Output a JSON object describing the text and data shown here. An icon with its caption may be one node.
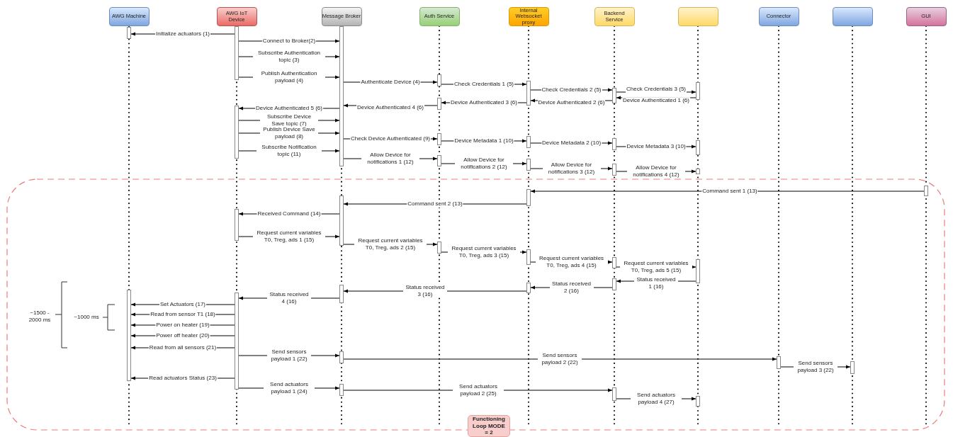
{
  "diagram": {
    "nodes": [
      {
        "text": [
          "AWG Machine"
        ]
      },
      {
        "text": [
          "AWG IoT Device"
        ]
      },
      {
        "text": [
          "Message Broker"
        ]
      },
      {
        "text": [
          "Auth Service"
        ]
      },
      {
        "text": [
          "Internal Websocket proxy"
        ]
      },
      {
        "text": [
          "Backend Service"
        ]
      },
      {
        "text": [],
        "shape": "box"
      },
      {
        "text": [
          "Connector"
        ]
      },
      {
        "text": [],
        "shape": "box"
      },
      {
        "text": [
          "GUI"
        ]
      },
      {
        "text": [],
        "shape": "bar"
      },
      {
        "text": [],
        "shape": "bar"
      },
      {
        "text": [],
        "shape": "bar"
      },
      {
        "text": [],
        "shape": "bar"
      },
      {
        "text": [],
        "shape": "bar"
      },
      {
        "text": [],
        "shape": "bar"
      },
      {
        "text": [],
        "shape": "bar"
      },
      {
        "text": [],
        "shape": "bar"
      },
      {
        "text": [],
        "shape": "bar"
      },
      {
        "text": [],
        "shape": "bar"
      },
      {
        "text": [],
        "shape": "bar"
      },
      {
        "text": [],
        "shape": "bar"
      },
      {
        "text": [],
        "shape": "bar"
      },
      {
        "text": [],
        "shape": "bar"
      },
      {
        "text": [],
        "shape": "bar"
      },
      {
        "text": [],
        "shape": "bar"
      },
      {
        "text": [],
        "shape": "bar"
      },
      {
        "text": [
          "Functioning Loop MODE = 2"
        ]
      },
      {
        "text": [],
        "shape": "bar",
        "in": 27
      },
      {
        "text": [],
        "shape": "bar",
        "in": 27
      },
      {
        "text": [],
        "shape": "bar",
        "in": 27
      },
      {
        "text": [],
        "shape": "bar",
        "in": 27
      },
      {
        "text": [],
        "shape": "bar",
        "in": 27
      },
      {
        "text": [],
        "shape": "bar",
        "in": 27
      },
      {
        "text": [],
        "shape": "bar",
        "in": 27
      },
      {
        "text": [],
        "shape": "bar",
        "in": 27
      },
      {
        "text": [],
        "shape": "bar",
        "in": 27
      },
      {
        "text": [],
        "shape": "bar",
        "in": 27
      },
      {
        "text": [],
        "shape": "bar",
        "in": 27
      },
      {
        "text": [],
        "shape": "bar",
        "in": 27
      },
      {
        "text": [],
        "shape": "bar",
        "in": 27
      },
      {
        "text": [],
        "shape": "bar",
        "in": 27
      },
      {
        "text": [],
        "shape": "bar",
        "in": 27
      },
      {
        "text": [],
        "shape": "bar",
        "in": 27
      },
      {
        "text": [],
        "shape": "bar",
        "in": 27
      },
      {
        "text": [],
        "shape": "bar",
        "in": 27
      },
      {
        "text": [],
        "shape": "bar",
        "in": 27
      }
    ],
    "edges": [
      {
        "from": 0,
        "to": 27,
        "arrow": "none",
        "style": "dashed"
      },
      {
        "from": 1,
        "to": 27,
        "arrow": "none",
        "style": "dashed"
      },
      {
        "from": 2,
        "to": 27,
        "arrow": "none",
        "style": "dashed"
      },
      {
        "from": 3,
        "to": 27,
        "arrow": "none",
        "style": "dashed"
      },
      {
        "from": 4,
        "to": 27,
        "arrow": "none",
        "style": "dashed"
      },
      {
        "from": 5,
        "to": 27,
        "arrow": "none",
        "style": "dashed"
      },
      {
        "from": 6,
        "to": 27,
        "arrow": "none",
        "style": "dashed"
      },
      {
        "from": 7,
        "to": 27,
        "arrow": "none",
        "style": "dashed"
      },
      {
        "from": 8,
        "to": 27,
        "arrow": "none",
        "style": "dashed"
      },
      {
        "from": 9,
        "to": 27,
        "arrow": "none",
        "style": "dashed"
      },
      {
        "from": 11,
        "to": 10,
        "arrow": "to",
        "label": "Initialize actuators (1)"
      },
      {
        "from": 11,
        "to": 13,
        "arrow": "to",
        "label": "Connect to Broker(2)"
      },
      {
        "from": 11,
        "to": 13,
        "arrow": "to",
        "label": "Subscribe Authentication topic (3)"
      },
      {
        "from": 11,
        "to": 13,
        "arrow": "to",
        "label": "Publish Authentication payload (4)"
      },
      {
        "from": 13,
        "to": 14,
        "arrow": "to",
        "label": "Authenticate Device (4)"
      },
      {
        "from": 14,
        "to": 18,
        "arrow": "to",
        "label": "Check Credentials 1 (5)"
      },
      {
        "from": 18,
        "to": 21,
        "arrow": "to",
        "label": "Check Credentials 2 (5)"
      },
      {
        "from": 21,
        "to": 24,
        "arrow": "to",
        "label": "Check Credentials 3 (5)"
      },
      {
        "from": 24,
        "to": 21,
        "arrow": "to",
        "label": "Device Authenticated 1 (6)"
      },
      {
        "from": 21,
        "to": 18,
        "arrow": "to",
        "label": "Device Authenticated 2 (6)"
      },
      {
        "from": 18,
        "to": 15,
        "arrow": "to",
        "label": "Device Authenticated 3 (6)"
      },
      {
        "from": 15,
        "to": 13,
        "arrow": "to",
        "label": "Device Authenticated 4 (6)"
      },
      {
        "from": 13,
        "to": 12,
        "arrow": "to",
        "label": "Device Authenticated 5 (6)"
      },
      {
        "from": 12,
        "to": 13,
        "arrow": "to",
        "label": "Subscribe Device Save topic (7)"
      },
      {
        "from": 12,
        "to": 13,
        "arrow": "to",
        "label": "Publish Device Save payload (8)"
      },
      {
        "from": 13,
        "to": 16,
        "arrow": "to",
        "label": "Check Device Authenticated (9)"
      },
      {
        "from": 16,
        "to": 19,
        "arrow": "to",
        "label": "Device Metadata 1 (10)"
      },
      {
        "from": 19,
        "to": 22,
        "arrow": "to",
        "label": "Device Metadata 2 (10)"
      },
      {
        "from": 22,
        "to": 25,
        "arrow": "to",
        "label": "Device Metadata 3 (10)"
      },
      {
        "from": 12,
        "to": 13,
        "arrow": "to",
        "label": "Subscribe Notification topic (11)"
      },
      {
        "from": 13,
        "to": 17,
        "arrow": "to",
        "label": "Allow Device for notifications 1 (12)"
      },
      {
        "from": 17,
        "to": 20,
        "arrow": "to",
        "label": "Allow Device for notifications 2 (12)"
      },
      {
        "from": 20,
        "to": 23,
        "arrow": "to",
        "label": "Allow Device for notifications 3 (12)"
      },
      {
        "from": 23,
        "to": 26,
        "arrow": "to",
        "label": "Allow Device for notifications 4 (12)"
      },
      {
        "from": 46,
        "to": 36,
        "arrow": "to",
        "label": "Command sent 1 (13)"
      },
      {
        "from": 36,
        "to": 31,
        "arrow": "to",
        "label": "Command sent 2 (13)"
      },
      {
        "from": 31,
        "to": 29,
        "arrow": "to",
        "label": "Received Command (14)"
      },
      {
        "from": 29,
        "to": 31,
        "arrow": "to",
        "label": "Request current variables T0, Treg, ads 1 (15)"
      },
      {
        "from": 31,
        "to": 35,
        "arrow": "to",
        "label": "Request current variables T0, Treg, ads 2 (15)"
      },
      {
        "from": 35,
        "to": 37,
        "arrow": "to",
        "label": "Request current variables T0, Treg, ads 3 (15)"
      },
      {
        "from": 37,
        "to": 39,
        "arrow": "to",
        "label": "Request current variables T0, Treg, ads 4 (15)"
      },
      {
        "from": 39,
        "to": 42,
        "arrow": "to",
        "label": "Request current variables T0, Treg, ads 5 (15)"
      },
      {
        "from": 42,
        "to": 40,
        "arrow": "to",
        "label": "Status received 1 (16)"
      },
      {
        "from": 40,
        "to": 38,
        "arrow": "to",
        "label": "Status received 2 (16)"
      },
      {
        "from": 38,
        "to": 32,
        "arrow": "to",
        "label": "Status received 3 (16)"
      },
      {
        "from": 32,
        "to": 30,
        "arrow": "to",
        "label": "Status received 4 (16)"
      },
      {
        "from": 30,
        "to": 28,
        "arrow": "to",
        "label": "Set Actuators (17)"
      },
      {
        "from": 30,
        "to": 28,
        "arrow": "to",
        "label": "Read from sensor T1 (18)"
      },
      {
        "from": 30,
        "to": 28,
        "arrow": "to",
        "label": "Power on heater (19)"
      },
      {
        "from": 30,
        "to": 28,
        "arrow": "to",
        "label": "Power off heater (20)"
      },
      {
        "from": 30,
        "to": 28,
        "arrow": "to",
        "label": "Read from all sensors (21)"
      },
      {
        "from": 30,
        "to": 33,
        "arrow": "to",
        "label": "Send sensors payload 1 (22)"
      },
      {
        "from": 33,
        "to": 44,
        "arrow": "to",
        "label": "Send sensors payload 2 (22)"
      },
      {
        "from": 44,
        "to": 45,
        "arrow": "to",
        "label": "Send sensors payload 3 (22)"
      },
      {
        "from": 30,
        "to": 28,
        "arrow": "to",
        "label": "Read actuators Status (23)"
      },
      {
        "from": 30,
        "to": 34,
        "arrow": "to",
        "label": "Send actuators payload 1 (24)"
      },
      {
        "from": 34,
        "to": 41,
        "arrow": "to",
        "label": "Send actuators payload 2 (25)"
      },
      {
        "from": 41,
        "to": 43,
        "arrow": "to",
        "label": "Send actuators payload 4 (27)"
      }
    ],
    "labels": [
      "~1500 - 2000 ms",
      "~1000 ms"
    ]
  }
}
